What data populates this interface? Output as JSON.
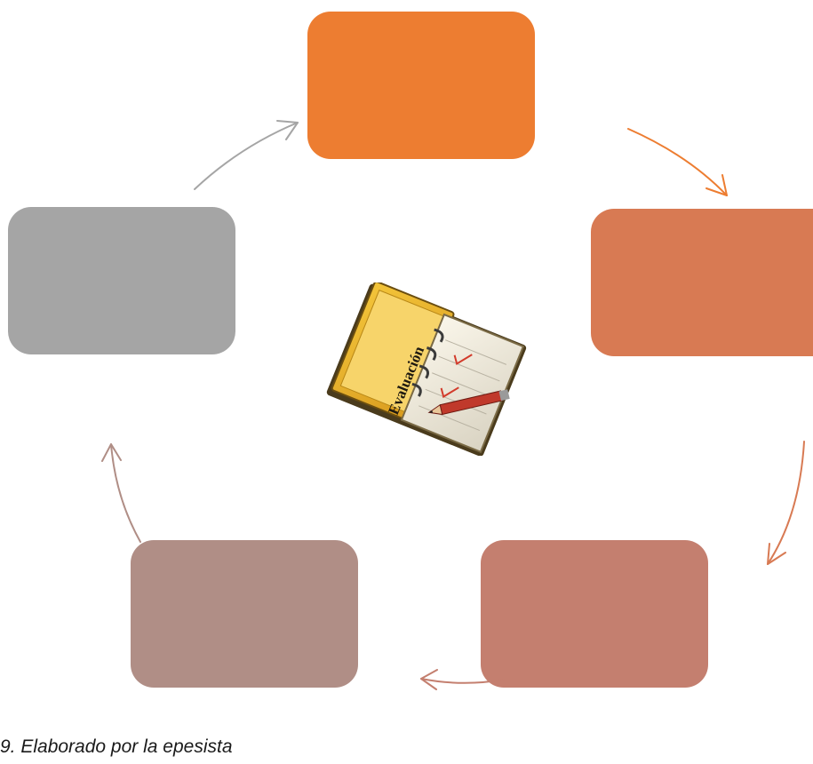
{
  "diagram": {
    "nodes": [
      {
        "id": "top",
        "color": "#ED7D31"
      },
      {
        "id": "right",
        "color": "#D87A53"
      },
      {
        "id": "bottom-right",
        "color": "#C47F6F"
      },
      {
        "id": "bottom-left",
        "color": "#B08E86"
      },
      {
        "id": "left",
        "color": "#A5A5A5"
      }
    ],
    "center_icon": {
      "name": "evaluation-notebook-icon",
      "label": "Evaluación"
    },
    "arrow_colors": {
      "top_to_right": "#ED7D31",
      "right_to_bottom_right": "#D87A53",
      "bottom_right_to_bottom_left": "#C47F6F",
      "bottom_left_to_left": "#B08E86",
      "left_to_top": "#A5A5A5"
    }
  },
  "caption": "9. Elaborado por la epesista"
}
